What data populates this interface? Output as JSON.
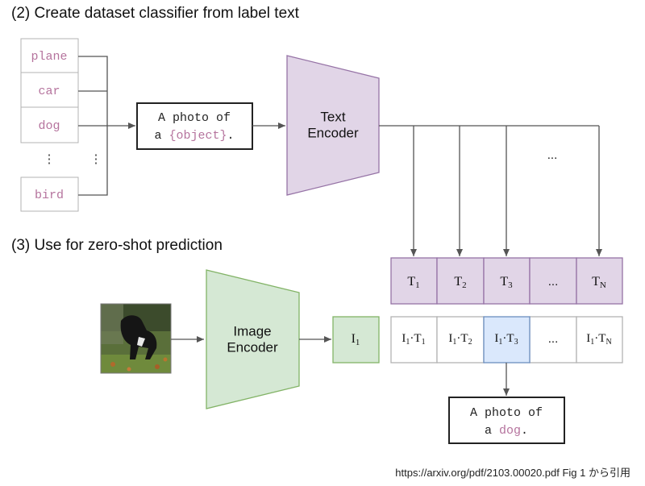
{
  "section2": {
    "heading": "(2) Create dataset classifier from label text",
    "labels": [
      "plane",
      "car",
      "dog",
      "bird"
    ],
    "ellipsis_vertical": "⋮",
    "template": {
      "prefix": "A photo of",
      "article": "a",
      "placeholder": "{object}",
      "suffix": "."
    },
    "text_encoder": [
      "Text",
      "Encoder"
    ],
    "branch_ellipsis": "..."
  },
  "section3": {
    "heading": "(3) Use for zero-shot prediction",
    "image_encoder": [
      "Image",
      "Encoder"
    ],
    "image_embedding": {
      "base": "I",
      "sub": "1"
    },
    "text_embeddings": [
      {
        "base": "T",
        "sub": "1"
      },
      {
        "base": "T",
        "sub": "2"
      },
      {
        "base": "T",
        "sub": "3"
      },
      {
        "base": "...",
        "sub": ""
      },
      {
        "base": "T",
        "sub": "N"
      }
    ],
    "products": [
      {
        "i": "1",
        "t": "1"
      },
      {
        "i": "1",
        "t": "2"
      },
      {
        "i": "1",
        "t": "3"
      },
      {
        "ellipsis": "..."
      },
      {
        "i": "1",
        "t": "N"
      }
    ],
    "selected_index": 2,
    "result": {
      "prefix": "A photo of",
      "article": "a",
      "label": "dog",
      "suffix": "."
    }
  },
  "footer": "https://arxiv.org/pdf/2103.00020.pdf Fig 1 から引用",
  "colors": {
    "purple_fill": "#e1d5e7",
    "purple_stroke": "#9673a6",
    "green_fill": "#d5e8d4",
    "green_stroke": "#82b366",
    "blue_fill": "#dae8fc",
    "blue_stroke": "#6c8ebf",
    "label_text": "#b5739d",
    "arrow": "#555555",
    "box_stroke": "#333333"
  }
}
